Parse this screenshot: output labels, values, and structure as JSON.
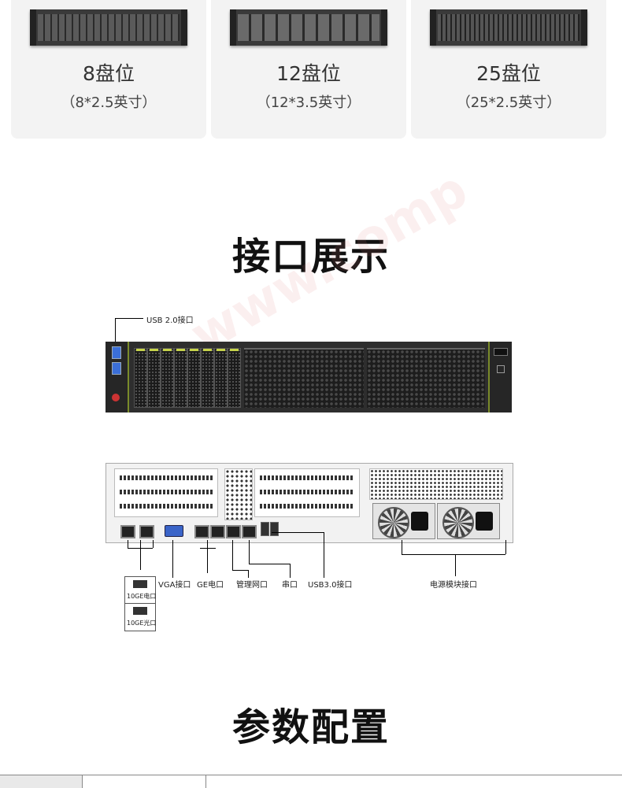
{
  "cards": [
    {
      "title": "8盘位",
      "subtitle": "（8*2.5英寸）"
    },
    {
      "title": "12盘位",
      "subtitle": "（12*3.5英寸）"
    },
    {
      "title": "25盘位",
      "subtitle": "（25*2.5英寸）"
    }
  ],
  "section_interfaces": "接口展示",
  "section_params": "参数配置",
  "labels": {
    "usb2": "USB 2.0接口",
    "vga": "VGA接口",
    "ge": "GE电口",
    "mgmt": "管理网口",
    "serial": "串口",
    "usb3": "USB3.0接口",
    "power": "电源模块接口",
    "ge10_copper": "10GE电口",
    "ge10_fiber": "10GE光口"
  },
  "watermark": "www.comp"
}
